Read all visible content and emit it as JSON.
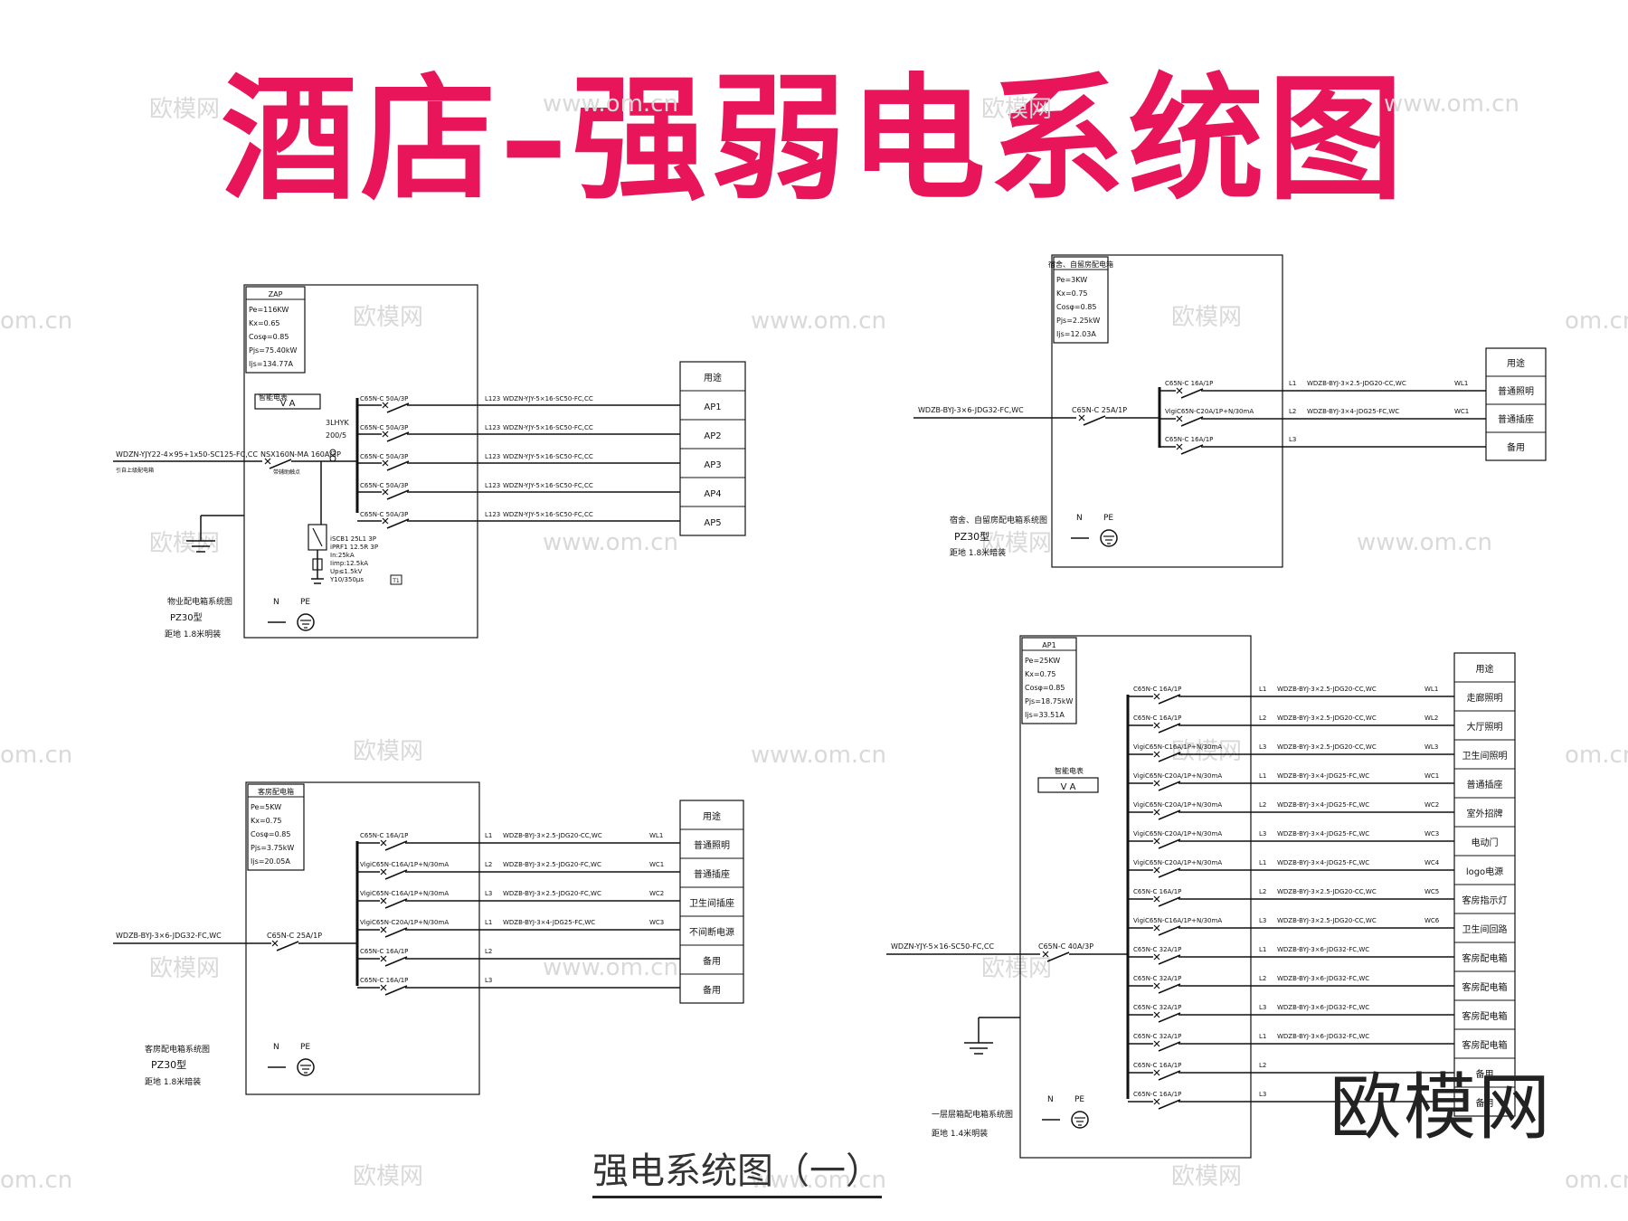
{
  "title": "酒店–强弱电系统图",
  "footer_caption": "强电系统图（一）",
  "brand_mark": "欧模网",
  "watermarks": [
    "欧模网",
    "www.om.cn",
    "om.cn"
  ],
  "colors": {
    "title": "#e8155b",
    "line": "#111111",
    "watermark": "#d9d9d9"
  },
  "panels": [
    {
      "id": "zap",
      "box_label": "ZAP",
      "params": [
        "Pe=116KW",
        "Kx=0.65",
        "Cosφ=0.85",
        "Pjs=75.40kW",
        "Ijs=134.77A"
      ],
      "meter_label": "智能电表",
      "meter_value": "V  A",
      "incoming_cable": "WDZN-YJY22-4×95+1x50-SC125-FC,CC",
      "incoming_note": "引自上级配电箱",
      "main_breaker": "NSX160N-MA 160A/3P",
      "main_breaker_note": "带辅助触点",
      "ct": "3LHYK 200/5",
      "spd_lines": [
        "iSCB1 25L1 3P",
        "iPRF1 12.5R 3P",
        "In:25kA",
        "Iimp:12.5kA",
        "Up≤1.5kV",
        "Y10/350μs"
      ],
      "spd_tag": "T1",
      "circuits": [
        {
          "breaker": "C65N-C 50A/3P",
          "phase": "L123",
          "cable": "WDZN-YJY-5×16-SC50-FC,CC",
          "use": "AP1"
        },
        {
          "breaker": "C65N-C 50A/3P",
          "phase": "L123",
          "cable": "WDZN-YJY-5×16-SC50-FC,CC",
          "use": "AP2"
        },
        {
          "breaker": "C65N-C 50A/3P",
          "phase": "L123",
          "cable": "WDZN-YJY-5×16-SC50-FC,CC",
          "use": "AP3"
        },
        {
          "breaker": "C65N-C 50A/3P",
          "phase": "L123",
          "cable": "WDZN-YJY-5×16-SC50-FC,CC",
          "use": "AP4"
        },
        {
          "breaker": "C65N-C 50A/3P",
          "phase": "L123",
          "cable": "WDZN-YJY-5×16-SC50-FC,CC",
          "use": "AP5"
        }
      ],
      "use_header": "用途",
      "n_label": "N",
      "pe_label": "PE",
      "caption": [
        "物业配电箱系统图",
        "PZ30型",
        "距地 1.8米明装"
      ]
    },
    {
      "id": "dorm",
      "box_label": "宿舍、自留房配电箱",
      "params": [
        "Pe=3KW",
        "Kx=0.75",
        "Cosφ=0.85",
        "Pjs=2.25kW",
        "Ijs=12.03A"
      ],
      "incoming_cable": "WDZB-BYJ-3×6-JDG32-FC,WC",
      "main_breaker": "C65N-C 25A/1P",
      "circuits": [
        {
          "breaker": "C65N-C 16A/1P",
          "phase": "L1",
          "cable": "WDZB-BYJ-3×2.5-JDG20-CC,WC",
          "circuit": "WL1",
          "use": "普通照明"
        },
        {
          "breaker": "VigiC65N-C20A/1P+N/30mA",
          "phase": "L2",
          "cable": "WDZB-BYJ-3×4-JDG25-FC,WC",
          "circuit": "WC1",
          "use": "普通插座"
        },
        {
          "breaker": "C65N-C 16A/1P",
          "phase": "L3",
          "cable": "",
          "circuit": "",
          "use": "备用"
        }
      ],
      "use_header": "用途",
      "n_label": "N",
      "pe_label": "PE",
      "caption": [
        "宿舍、自留房配电箱系统图",
        "PZ30型",
        "距地 1.8米暗装"
      ]
    },
    {
      "id": "guest",
      "box_label": "客房配电箱",
      "params": [
        "Pe=5KW",
        "Kx=0.75",
        "Cosφ=0.85",
        "Pjs=3.75kW",
        "Ijs=20.05A"
      ],
      "incoming_cable": "WDZB-BYJ-3×6-JDG32-FC,WC",
      "main_breaker": "C65N-C 25A/1P",
      "circuits": [
        {
          "breaker": "C65N-C 16A/1P",
          "phase": "L1",
          "cable": "WDZB-BYJ-3×2.5-JDG20-CC,WC",
          "circuit": "WL1",
          "use": "普通照明"
        },
        {
          "breaker": "VigiC65N-C16A/1P+N/30mA",
          "phase": "L2",
          "cable": "WDZB-BYJ-3×2.5-JDG20-FC,WC",
          "circuit": "WC1",
          "use": "普通插座"
        },
        {
          "breaker": "VigiC65N-C16A/1P+N/30mA",
          "phase": "L3",
          "cable": "WDZB-BYJ-3×2.5-JDG20-FC,WC",
          "circuit": "WC2",
          "use": "卫生间插座"
        },
        {
          "breaker": "VigiC65N-C20A/1P+N/30mA",
          "phase": "L1",
          "cable": "WDZB-BYJ-3×4-JDG25-FC,WC",
          "circuit": "WC3",
          "use": "不间断电源"
        },
        {
          "breaker": "C65N-C 16A/1P",
          "phase": "L2",
          "cable": "",
          "circuit": "",
          "use": "备用"
        },
        {
          "breaker": "C65N-C 16A/1P",
          "phase": "L3",
          "cable": "",
          "circuit": "",
          "use": "备用"
        }
      ],
      "use_header": "用途",
      "n_label": "N",
      "pe_label": "PE",
      "caption": [
        "客房配电箱系统图",
        "PZ30型",
        "距地 1.8米暗装"
      ]
    },
    {
      "id": "ap1",
      "box_label": "AP1",
      "params": [
        "Pe=25KW",
        "Kx=0.75",
        "Cosφ=0.85",
        "Pjs=18.75kW",
        "Ijs=33.51A"
      ],
      "meter_label": "智能电表",
      "meter_value": "V  A",
      "incoming_cable": "WDZN-YJY-5×16-SC50-FC,CC",
      "main_breaker": "C65N-C 40A/3P",
      "circuits": [
        {
          "breaker": "C65N-C 16A/1P",
          "phase": "L1",
          "cable": "WDZB-BYJ-3×2.5-JDG20-CC,WC",
          "circuit": "WL1",
          "use": "走廊照明"
        },
        {
          "breaker": "C65N-C 16A/1P",
          "phase": "L2",
          "cable": "WDZB-BYJ-3×2.5-JDG20-CC,WC",
          "circuit": "WL2",
          "use": "大厅照明"
        },
        {
          "breaker": "VigiC65N-C16A/1P+N/30mA",
          "phase": "L3",
          "cable": "WDZB-BYJ-3×2.5-JDG20-CC,WC",
          "circuit": "WL3",
          "use": "卫生间照明"
        },
        {
          "breaker": "VigiC65N-C20A/1P+N/30mA",
          "phase": "L1",
          "cable": "WDZB-BYJ-3×4-JDG25-FC,WC",
          "circuit": "WC1",
          "use": "普通插座"
        },
        {
          "breaker": "VigiC65N-C20A/1P+N/30mA",
          "phase": "L2",
          "cable": "WDZB-BYJ-3×4-JDG25-FC,WC",
          "circuit": "WC2",
          "use": "室外招牌"
        },
        {
          "breaker": "VigiC65N-C20A/1P+N/30mA",
          "phase": "L3",
          "cable": "WDZB-BYJ-3×4-JDG25-FC,WC",
          "circuit": "WC3",
          "use": "电动门"
        },
        {
          "breaker": "VigiC65N-C20A/1P+N/30mA",
          "phase": "L1",
          "cable": "WDZB-BYJ-3×4-JDG25-FC,WC",
          "circuit": "WC4",
          "use": "logo电源"
        },
        {
          "breaker": "C65N-C 16A/1P",
          "phase": "L2",
          "cable": "WDZB-BYJ-3×2.5-JDG20-CC,WC",
          "circuit": "WC5",
          "use": "客房指示灯"
        },
        {
          "breaker": "VigiC65N-C16A/1P+N/30mA",
          "phase": "L3",
          "cable": "WDZB-BYJ-3×2.5-JDG20-CC,WC",
          "circuit": "WC6",
          "use": "卫生间回路"
        },
        {
          "breaker": "C65N-C 32A/1P",
          "phase": "L1",
          "cable": "WDZB-BYJ-3×6-JDG32-FC,WC",
          "circuit": "",
          "use": "客房配电箱"
        },
        {
          "breaker": "C65N-C 32A/1P",
          "phase": "L2",
          "cable": "WDZB-BYJ-3×6-JDG32-FC,WC",
          "circuit": "",
          "use": "客房配电箱"
        },
        {
          "breaker": "C65N-C 32A/1P",
          "phase": "L3",
          "cable": "WDZB-BYJ-3×6-JDG32-FC,WC",
          "circuit": "",
          "use": "客房配电箱"
        },
        {
          "breaker": "C65N-C 32A/1P",
          "phase": "L1",
          "cable": "WDZB-BYJ-3×6-JDG32-FC,WC",
          "circuit": "",
          "use": "客房配电箱"
        },
        {
          "breaker": "C65N-C 16A/1P",
          "phase": "L2",
          "cable": "",
          "circuit": "",
          "use": "备用"
        },
        {
          "breaker": "C65N-C 16A/1P",
          "phase": "L3",
          "cable": "",
          "circuit": "",
          "use": "备用"
        }
      ],
      "use_header": "用途",
      "n_label": "N",
      "pe_label": "PE",
      "caption": [
        "一层层箱配电箱系统图",
        "距地 1.4米明装"
      ]
    }
  ]
}
